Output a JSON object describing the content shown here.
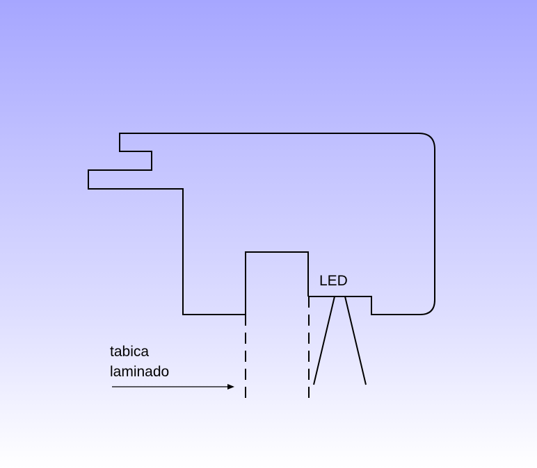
{
  "labels": {
    "led": "LED",
    "material_line1": "tabica",
    "material_line2": "laminado"
  },
  "colors": {
    "stroke": "#000000",
    "background_top": "#a6a6ff",
    "background_bottom": "#ffffff"
  }
}
